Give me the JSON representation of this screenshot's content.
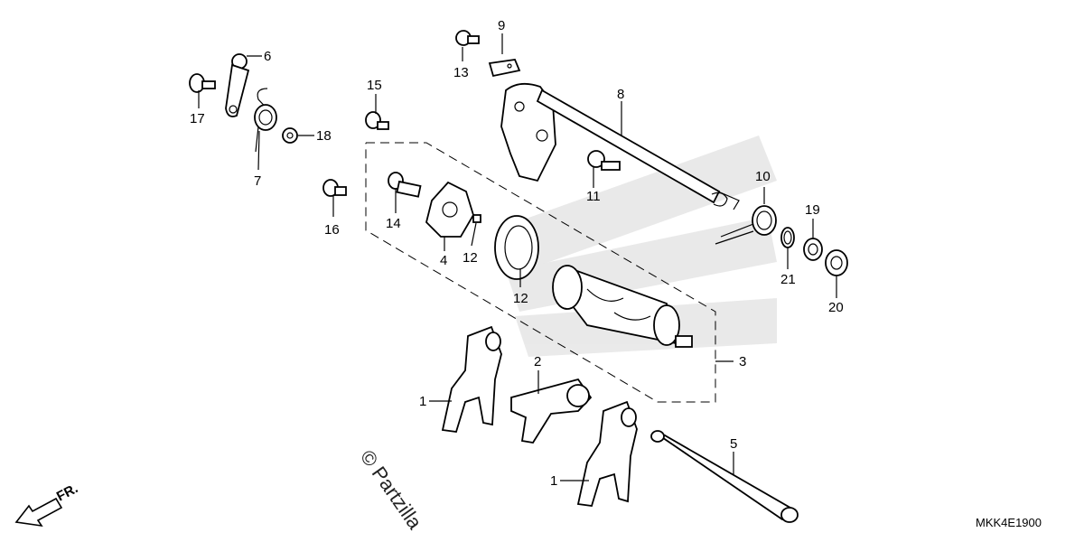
{
  "diagram": {
    "callouts": [
      {
        "id": "c1a",
        "text": "1"
      },
      {
        "id": "c1b",
        "text": "1"
      },
      {
        "id": "c2",
        "text": "2"
      },
      {
        "id": "c3",
        "text": "3"
      },
      {
        "id": "c4",
        "text": "4"
      },
      {
        "id": "c5",
        "text": "5"
      },
      {
        "id": "c6",
        "text": "6"
      },
      {
        "id": "c7",
        "text": "7"
      },
      {
        "id": "c8",
        "text": "8"
      },
      {
        "id": "c9",
        "text": "9"
      },
      {
        "id": "c10",
        "text": "10"
      },
      {
        "id": "c11",
        "text": "11"
      },
      {
        "id": "c12a",
        "text": "12"
      },
      {
        "id": "c12b",
        "text": "12"
      },
      {
        "id": "c13",
        "text": "13"
      },
      {
        "id": "c14",
        "text": "14"
      },
      {
        "id": "c15",
        "text": "15"
      },
      {
        "id": "c16",
        "text": "16"
      },
      {
        "id": "c17",
        "text": "17"
      },
      {
        "id": "c18",
        "text": "18"
      },
      {
        "id": "c19",
        "text": "19"
      },
      {
        "id": "c20",
        "text": "20"
      },
      {
        "id": "c21",
        "text": "21"
      }
    ],
    "direction_label": "FR.",
    "diagram_code": "MKK4E1900",
    "watermark": "© Partzilla"
  }
}
